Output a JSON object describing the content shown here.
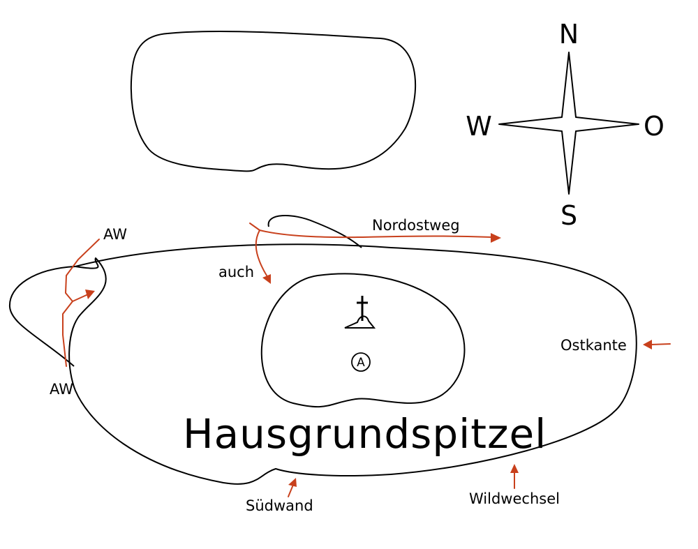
{
  "map": {
    "title": "Hausgrundspitzel",
    "compass": {
      "north": "N",
      "south": "S",
      "west": "W",
      "east": "O"
    },
    "labels": {
      "nordostweg": "Nordostweg",
      "auch": "auch",
      "aw_top": "AW",
      "aw_bottom": "AW",
      "ostkante": "Ostkante",
      "suedwand": "Südwand",
      "wildwechsel": "Wildwechsel"
    },
    "summit_marker": "A",
    "colors": {
      "outline": "#000000",
      "route": "#c8401c"
    },
    "icons": [
      "summit-cross-icon",
      "compass-rose-icon"
    ]
  }
}
